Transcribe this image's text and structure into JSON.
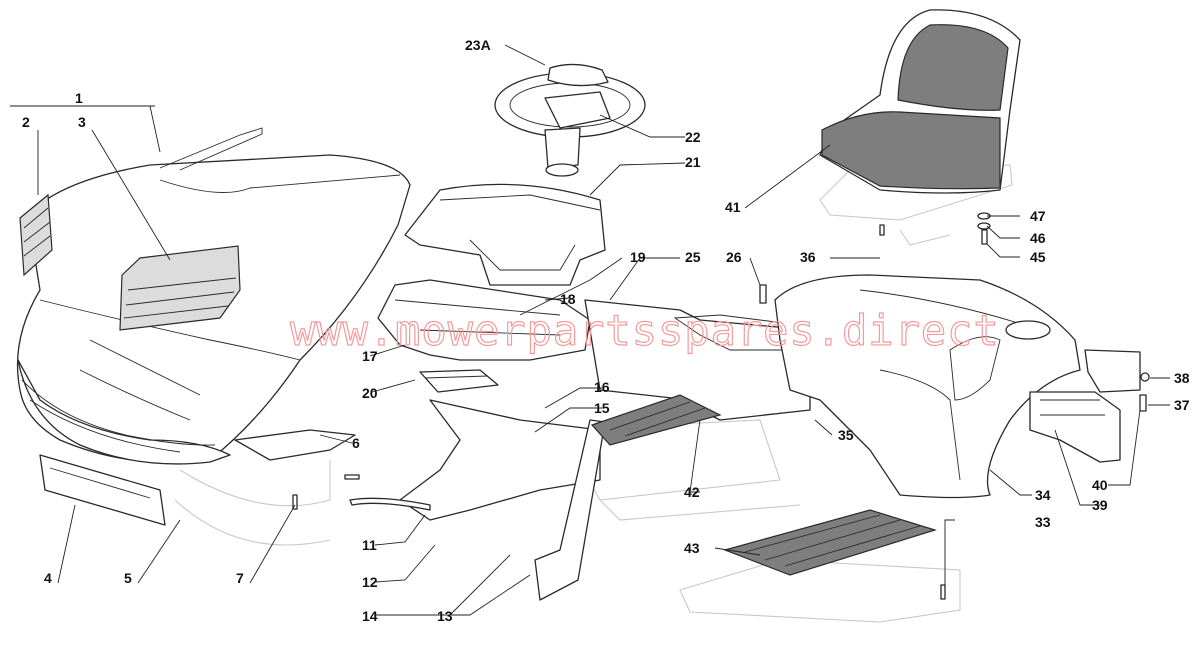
{
  "watermark": "www.mowerpartsspares.direct",
  "callouts": [
    {
      "id": "1",
      "label": "1"
    },
    {
      "id": "2",
      "label": "2"
    },
    {
      "id": "3",
      "label": "3"
    },
    {
      "id": "4",
      "label": "4"
    },
    {
      "id": "5",
      "label": "5"
    },
    {
      "id": "6",
      "label": "6"
    },
    {
      "id": "7",
      "label": "7"
    },
    {
      "id": "11",
      "label": "11"
    },
    {
      "id": "12",
      "label": "12"
    },
    {
      "id": "13",
      "label": "13"
    },
    {
      "id": "14",
      "label": "14"
    },
    {
      "id": "15",
      "label": "15"
    },
    {
      "id": "16",
      "label": "16"
    },
    {
      "id": "17",
      "label": "17"
    },
    {
      "id": "18",
      "label": "18"
    },
    {
      "id": "19",
      "label": "19"
    },
    {
      "id": "20",
      "label": "20"
    },
    {
      "id": "21",
      "label": "21"
    },
    {
      "id": "22",
      "label": "22"
    },
    {
      "id": "23A",
      "label": "23A"
    },
    {
      "id": "25",
      "label": "25"
    },
    {
      "id": "26",
      "label": "26"
    },
    {
      "id": "33",
      "label": "33"
    },
    {
      "id": "34",
      "label": "34"
    },
    {
      "id": "35",
      "label": "35"
    },
    {
      "id": "36",
      "label": "36"
    },
    {
      "id": "37",
      "label": "37"
    },
    {
      "id": "38",
      "label": "38"
    },
    {
      "id": "39",
      "label": "39"
    },
    {
      "id": "40",
      "label": "40"
    },
    {
      "id": "41",
      "label": "41"
    },
    {
      "id": "42",
      "label": "42"
    },
    {
      "id": "43",
      "label": "43"
    },
    {
      "id": "45",
      "label": "45"
    },
    {
      "id": "46",
      "label": "46"
    },
    {
      "id": "47",
      "label": "47"
    }
  ]
}
